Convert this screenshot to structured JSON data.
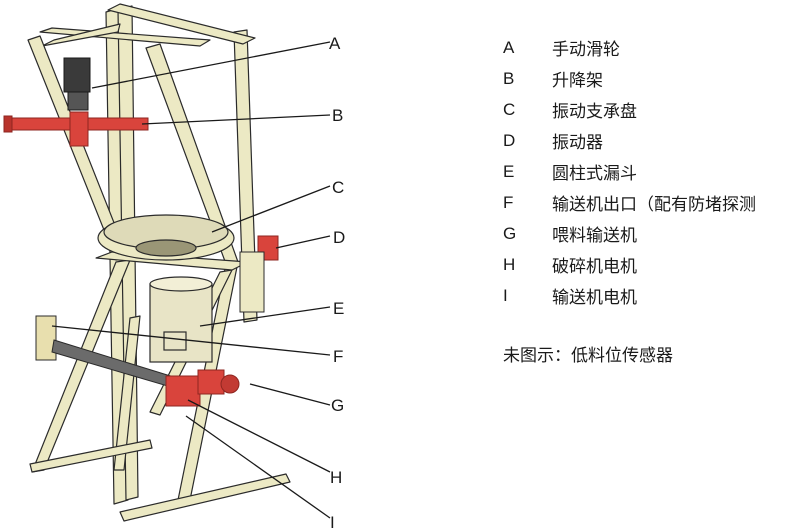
{
  "callouts": [
    {
      "key": "A",
      "label": "手动滑轮"
    },
    {
      "key": "B",
      "label": "升降架"
    },
    {
      "key": "C",
      "label": "振动支承盘"
    },
    {
      "key": "D",
      "label": "振动器"
    },
    {
      "key": "E",
      "label": "圆柱式漏斗"
    },
    {
      "key": "F",
      "label": "输送机出口（配有防堵探测"
    },
    {
      "key": "G",
      "label": "喂料输送机"
    },
    {
      "key": "H",
      "label": "破碎机电机"
    },
    {
      "key": "I",
      "label": "输送机电机"
    }
  ],
  "note": "未图示：低料位传感器",
  "colors": {
    "frame": "#ece9c4",
    "frame_shade": "#c9c49a",
    "outline": "#2b2b2b",
    "red_part": "#d9443c",
    "red_dark": "#8e2620",
    "hopper": "#e8e4c6",
    "dark_part": "#3a3a3a"
  }
}
